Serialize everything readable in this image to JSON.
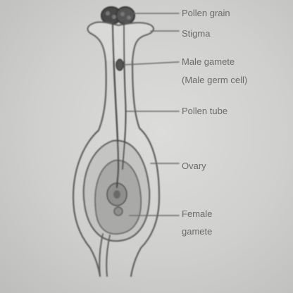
{
  "labels": {
    "pollen_grain": "Pollen grain",
    "stigma": "Stigma",
    "male_gamete_line1": "Male gamete",
    "male_gamete_line2": "(Male germ cell)",
    "pollen_tube": "Pollen tube",
    "ovary": "Ovary",
    "female_gamete_line1": "Female",
    "female_gamete_line2": "gamete"
  },
  "colors": {
    "background": "#d4d4d2",
    "outline": "#5e5e5e",
    "label_text": "#6b6b6b",
    "pollen_grain_fill": "#4a4a4a",
    "ovary_fill": "#a9a9a7"
  }
}
